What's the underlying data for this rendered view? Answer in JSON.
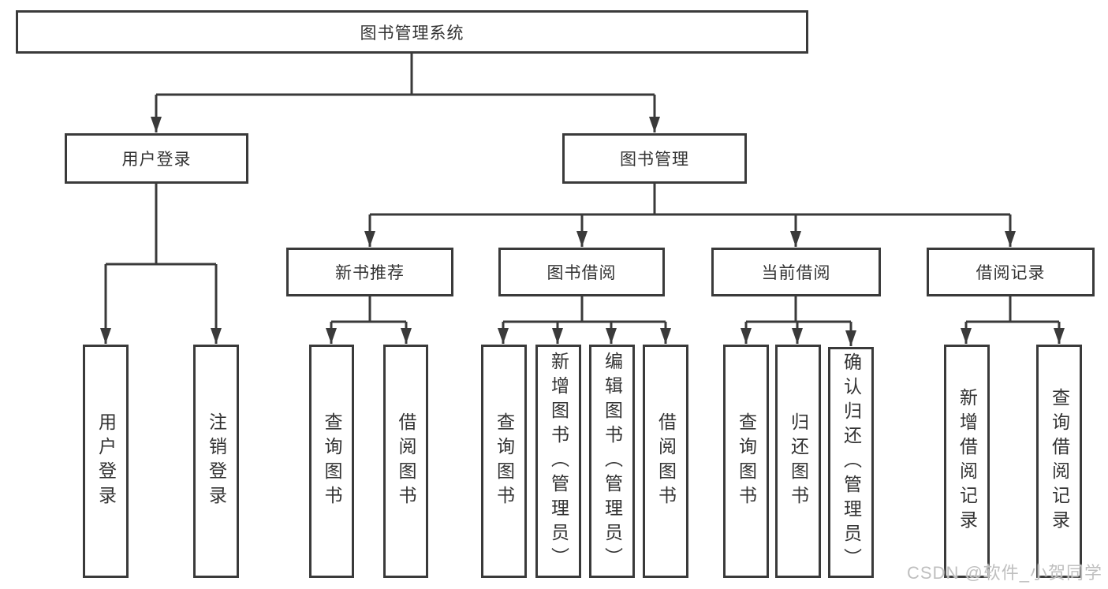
{
  "diagram": {
    "root": "图书管理系统",
    "level2": {
      "user_login_branch": "用户登录",
      "book_management_branch": "图书管理"
    },
    "level3": {
      "new_book_recommend": "新书推荐",
      "book_borrow": "图书借阅",
      "current_borrow": "当前借阅",
      "borrow_record": "借阅记录"
    },
    "leaves": {
      "user_login_group": [
        "用户登录",
        "注销登录"
      ],
      "new_book_group": [
        "查询图书",
        "借阅图书"
      ],
      "book_borrow_group": [
        "查询图书",
        "新增图书（管理员）",
        "编辑图书（管理员）",
        "借阅图书"
      ],
      "current_borrow_group": [
        "查询图书",
        "归还图书",
        "确认归还（管理员）"
      ],
      "borrow_record_group": [
        "新增借阅记录",
        "查询借阅记录"
      ]
    }
  },
  "watermark": "CSDN @软件_小贺同学",
  "colors": {
    "line": "#3a3a3a",
    "box_background": "#ffffff",
    "text": "#333333",
    "watermark": "#bfbfbf"
  }
}
